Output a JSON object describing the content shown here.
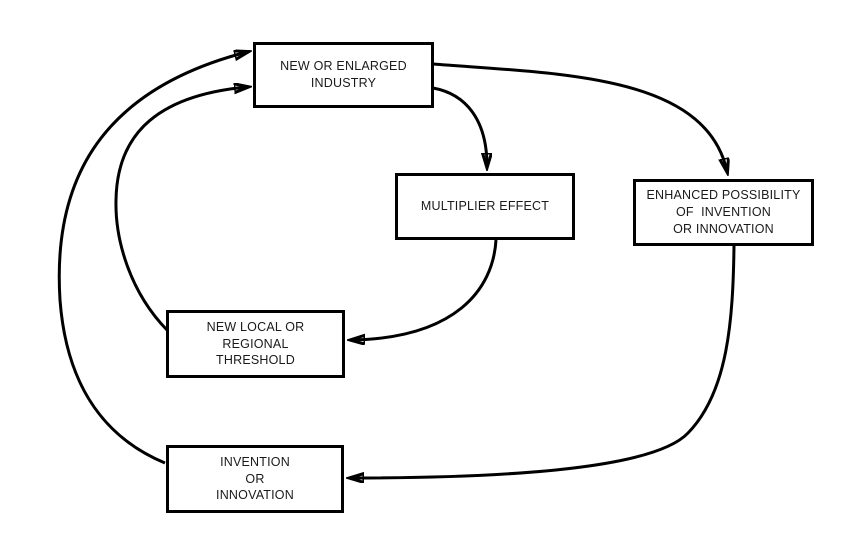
{
  "diagram": {
    "type": "cyclic-flow-diagram",
    "colors": {
      "line": "#000000",
      "background": "#ffffff",
      "box_fill": "#ffffff",
      "box_border": "#000000"
    },
    "nodes": [
      {
        "id": "new-or-enlarged-industry",
        "label": "NEW OR ENLARGED\nINDUSTRY"
      },
      {
        "id": "multiplier-effect",
        "label": "MULTIPLIER EFFECT"
      },
      {
        "id": "enhanced-possibility-of-invention-or-innovation",
        "label": "ENHANCED POSSIBILITY\nOF  INVENTION\nOR INNOVATION"
      },
      {
        "id": "new-local-or-regional-threshold",
        "label": "NEW LOCAL OR\nREGIONAL\nTHRESHOLD"
      },
      {
        "id": "invention-or-innovation",
        "label": "INVENTION\nOR\nINNOVATION"
      }
    ],
    "edges": [
      {
        "from": "new-or-enlarged-industry",
        "to": "multiplier-effect"
      },
      {
        "from": "new-or-enlarged-industry",
        "to": "enhanced-possibility-of-invention-or-innovation"
      },
      {
        "from": "multiplier-effect",
        "to": "new-local-or-regional-threshold"
      },
      {
        "from": "new-local-or-regional-threshold",
        "to": "new-or-enlarged-industry"
      },
      {
        "from": "enhanced-possibility-of-invention-or-innovation",
        "to": "invention-or-innovation"
      },
      {
        "from": "invention-or-innovation",
        "to": "new-or-enlarged-industry"
      }
    ]
  }
}
